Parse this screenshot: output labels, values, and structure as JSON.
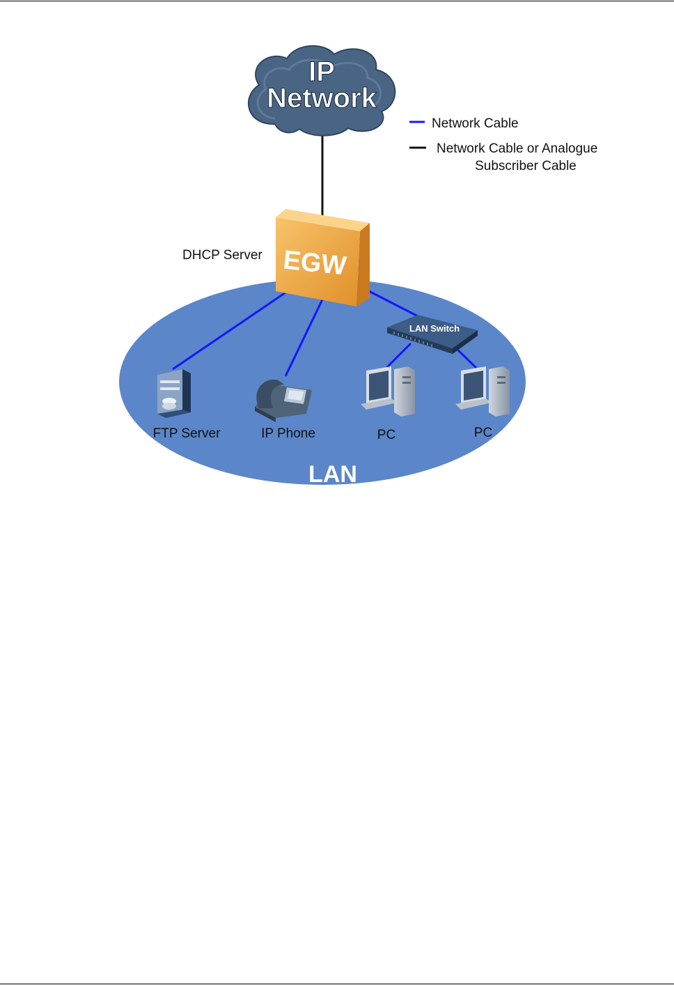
{
  "cloud": {
    "line1": "IP",
    "line2": "Network"
  },
  "legend": {
    "network_cable": {
      "label": "Network Cable",
      "color": "#1515ff"
    },
    "analogue_cable": {
      "label_line1": "Network Cable or Analogue",
      "label_line2": "Subscriber Cable",
      "color": "#111111"
    }
  },
  "gateway": {
    "label": "EGW",
    "caption": "DHCP Server"
  },
  "lan": {
    "label": "LAN"
  },
  "switch": {
    "label": "LAN Switch"
  },
  "devices": {
    "ftp_server": {
      "label": "FTP Server",
      "icon": "server-icon"
    },
    "ip_phone": {
      "label": "IP Phone",
      "icon": "phone-icon"
    },
    "pc_1": {
      "label": "PC",
      "icon": "computer-icon"
    },
    "pc_2": {
      "label": "PC",
      "icon": "computer-icon"
    }
  },
  "colors": {
    "lan_fill": "#5b86c9",
    "gateway_fill": "#f2a436",
    "cloud_fill": "#4a6584",
    "cable_blue": "#1515ff"
  }
}
